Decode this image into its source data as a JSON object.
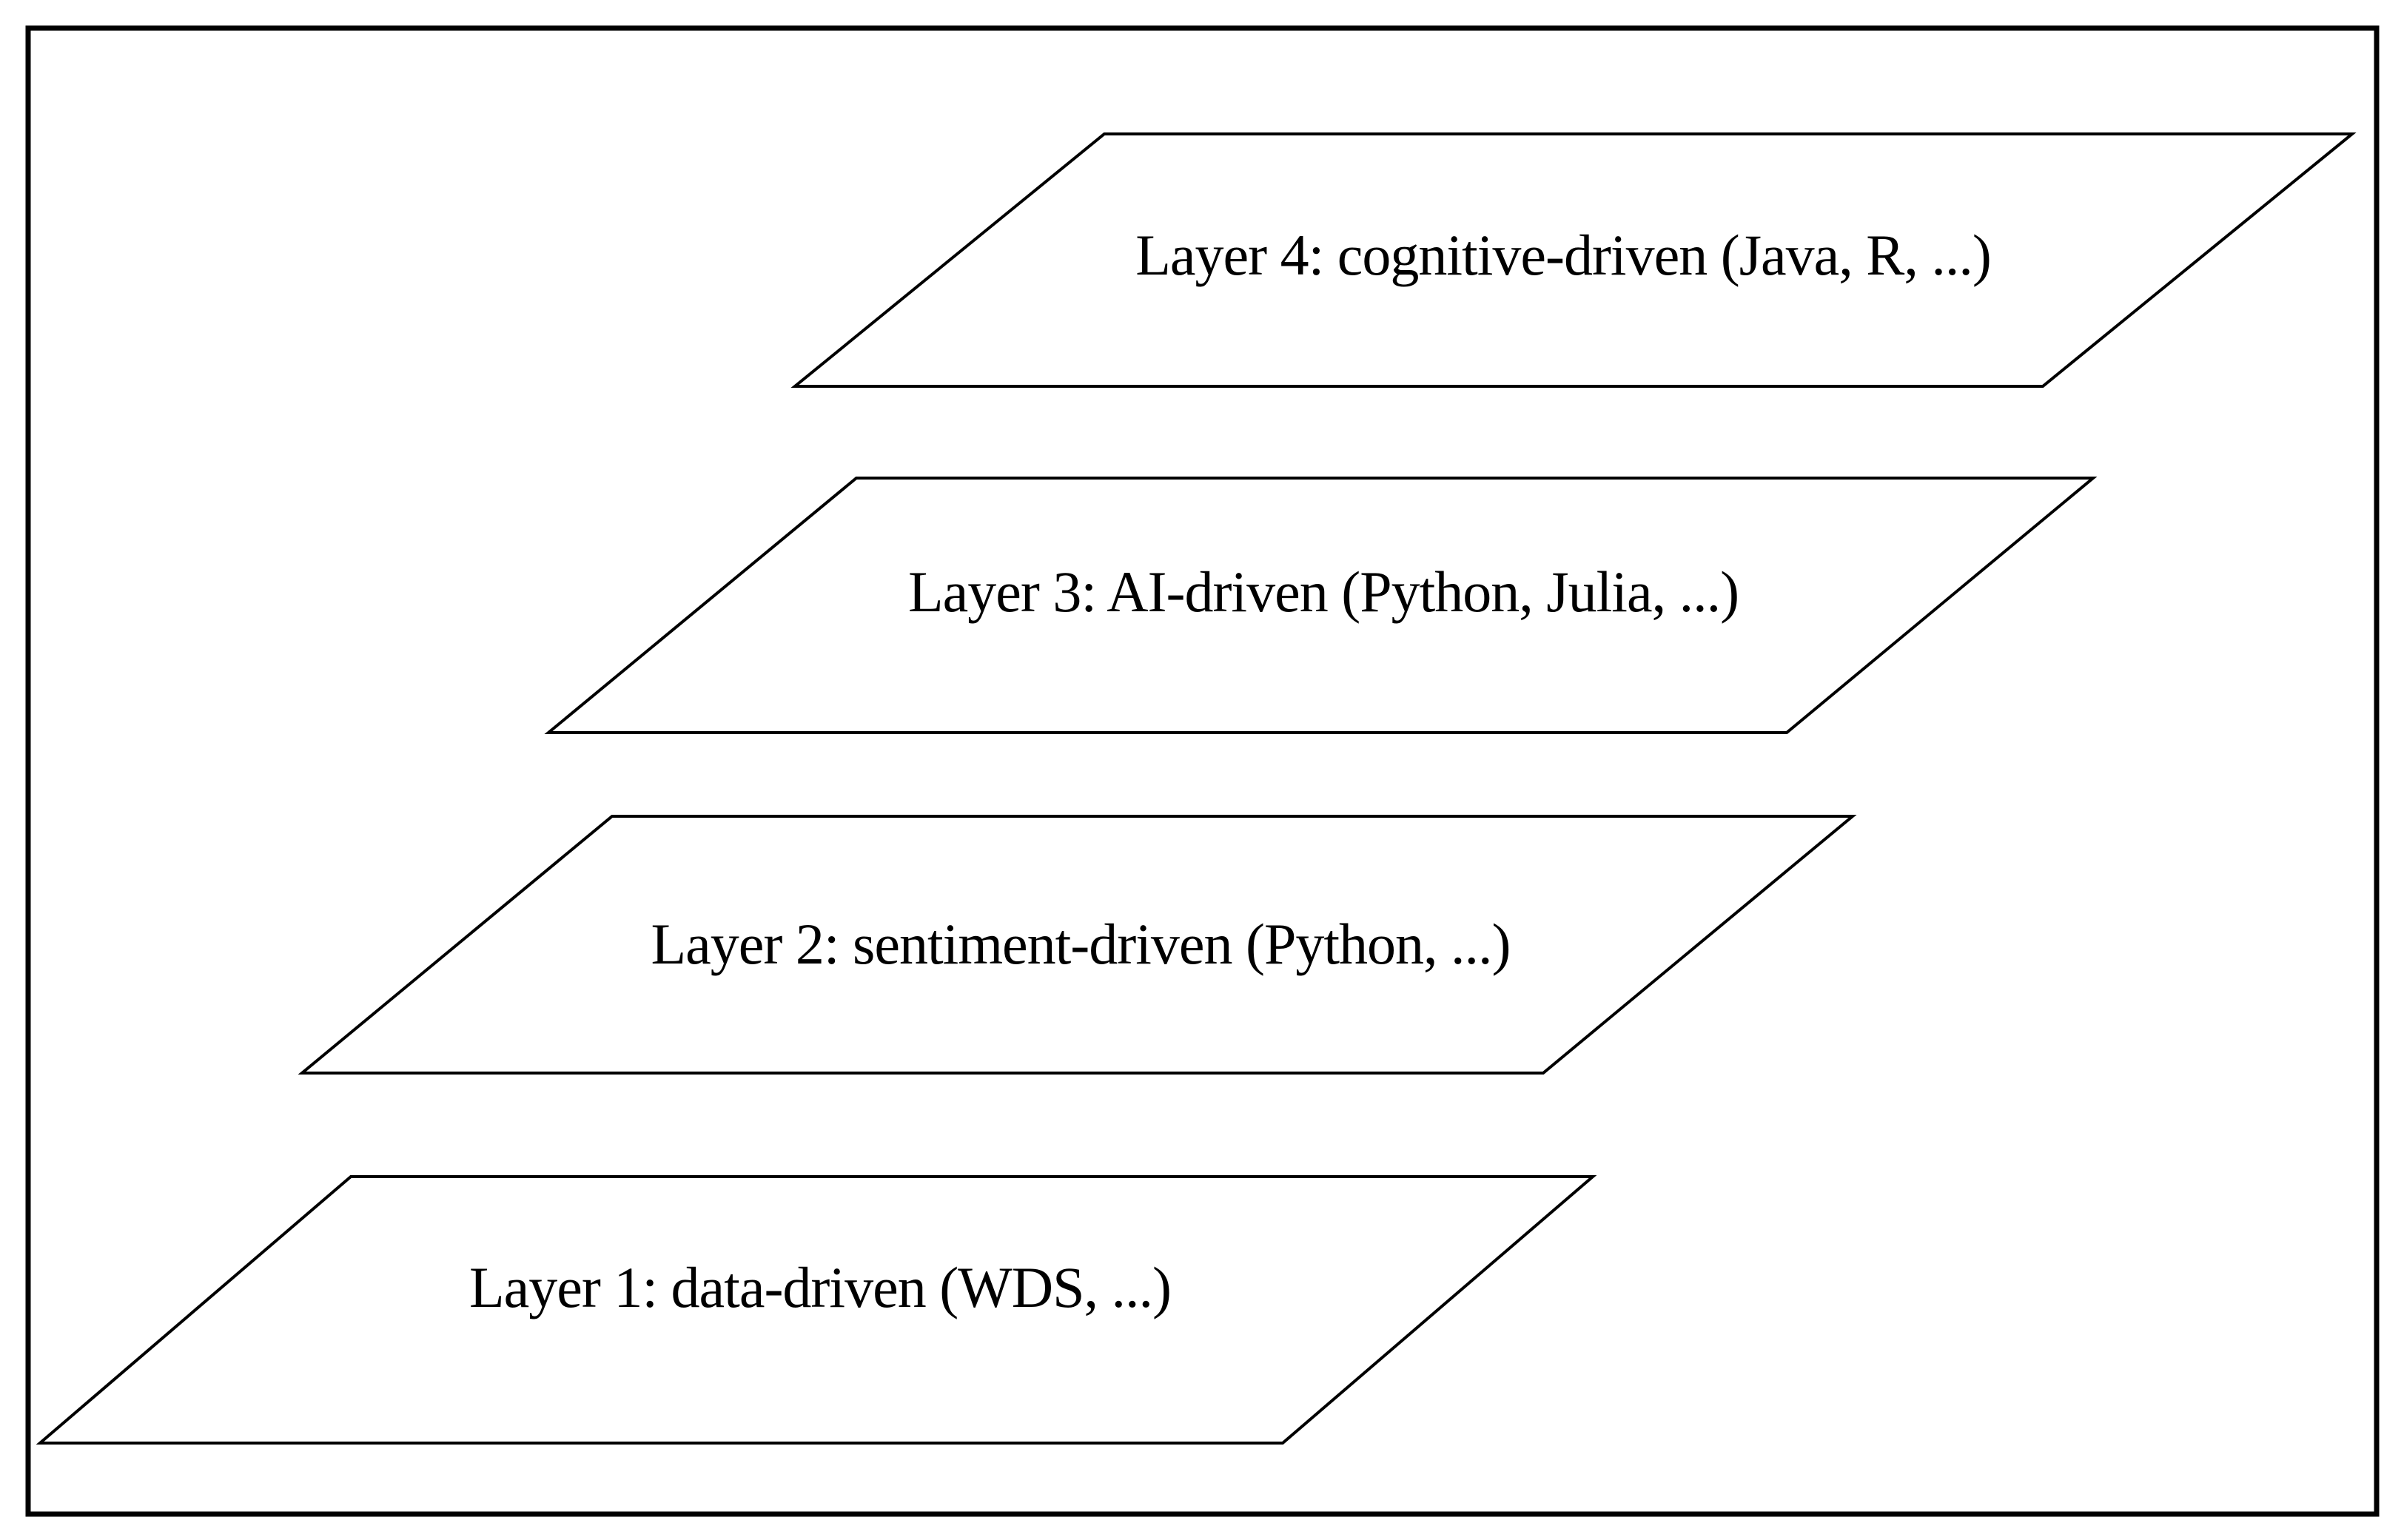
{
  "figure": {
    "description": "Layered software architecture diagram with four stacked parallelogram layers",
    "background_color": "#ffffff",
    "line_color": "#000000",
    "text_color": "#000000",
    "layers": [
      {
        "name": "layer-4",
        "label": "Layer 4: cognitive-driven (Java, R, ...)"
      },
      {
        "name": "layer-3",
        "label": "Layer 3: AI-driven (Python, Julia, ...)"
      },
      {
        "name": "layer-2",
        "label": "Layer 2: sentiment-driven (Python, ...)"
      },
      {
        "name": "layer-1",
        "label": "Layer 1: data-driven (WDS, ...)"
      }
    ]
  }
}
